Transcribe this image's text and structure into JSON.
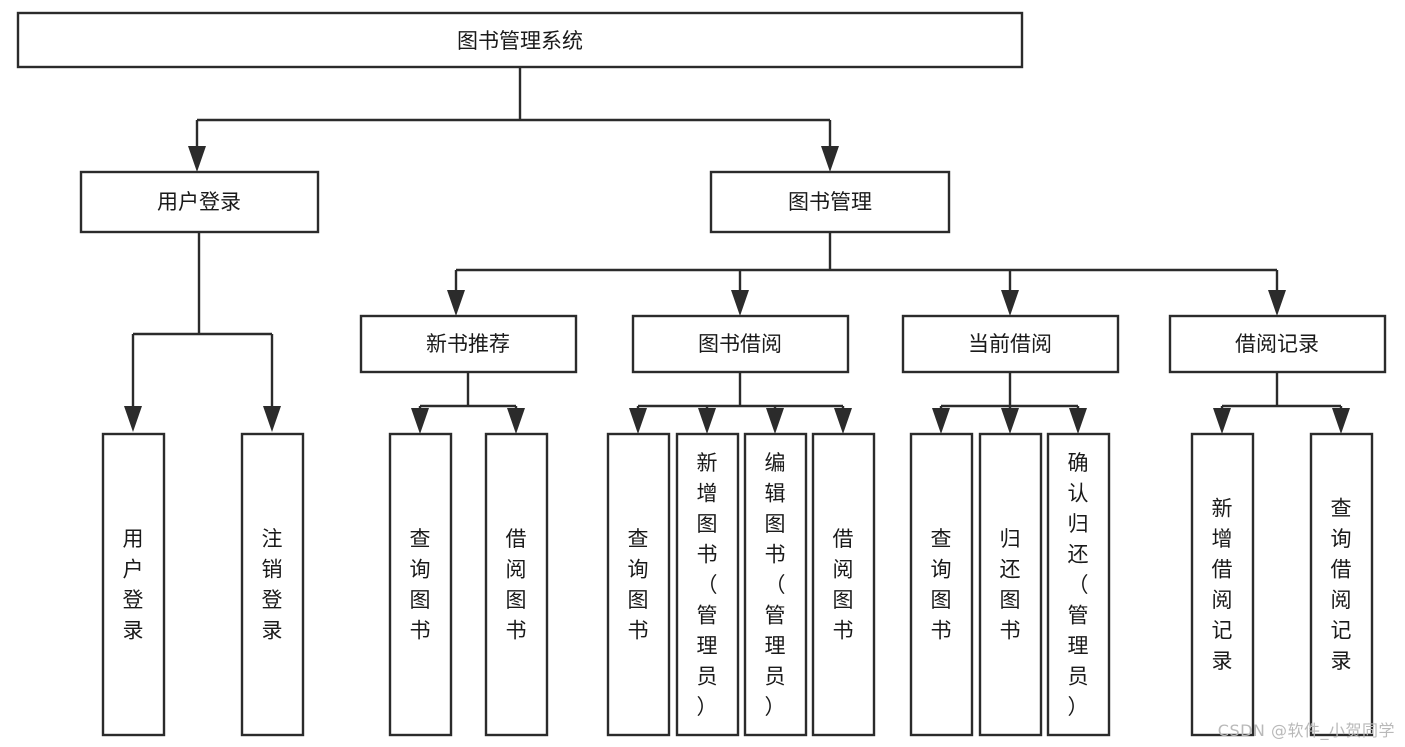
{
  "diagram": {
    "type": "tree",
    "orientation": "top-down",
    "title": "图书管理系统",
    "watermark": "CSDN @软件_小贺同学",
    "colors": {
      "background": "#ffffff",
      "stroke": "#2b2b2b",
      "node_fill": "#ffffff",
      "text": "#1a1a1a",
      "watermark_text": "#b9b9b9"
    },
    "nodes": {
      "root": {
        "id": "root",
        "label": "图书管理系统",
        "level": 0,
        "orientation": "horizontal"
      },
      "user_login": {
        "id": "user_login",
        "label": "用户登录",
        "level": 1,
        "orientation": "horizontal"
      },
      "book_manage": {
        "id": "book_manage",
        "label": "图书管理",
        "level": 1,
        "orientation": "horizontal"
      },
      "new_book_rec": {
        "id": "new_book_rec",
        "label": "新书推荐",
        "level": 2,
        "orientation": "horizontal"
      },
      "book_borrow": {
        "id": "book_borrow",
        "label": "图书借阅",
        "level": 2,
        "orientation": "horizontal"
      },
      "current_borrow": {
        "id": "current_borrow",
        "label": "当前借阅",
        "level": 2,
        "orientation": "horizontal"
      },
      "borrow_record": {
        "id": "borrow_record",
        "label": "借阅记录",
        "level": 2,
        "orientation": "horizontal"
      },
      "leaf_user_login": {
        "id": "leaf_user_login",
        "label": "用户登录",
        "level": 2,
        "orientation": "vertical"
      },
      "leaf_logout": {
        "id": "leaf_logout",
        "label": "注销登录",
        "level": 2,
        "orientation": "vertical"
      },
      "leaf_query_book_1": {
        "id": "leaf_query_book_1",
        "label": "查询图书",
        "level": 3,
        "orientation": "vertical"
      },
      "leaf_borrow_book_1": {
        "id": "leaf_borrow_book_1",
        "label": "借阅图书",
        "level": 3,
        "orientation": "vertical"
      },
      "leaf_query_book_2": {
        "id": "leaf_query_book_2",
        "label": "查询图书",
        "level": 3,
        "orientation": "vertical"
      },
      "leaf_add_book": {
        "id": "leaf_add_book",
        "label": "新增图书（管理员）",
        "level": 3,
        "orientation": "vertical"
      },
      "leaf_edit_book": {
        "id": "leaf_edit_book",
        "label": "编辑图书（管理员）",
        "level": 3,
        "orientation": "vertical"
      },
      "leaf_borrow_book_2": {
        "id": "leaf_borrow_book_2",
        "label": "借阅图书",
        "level": 3,
        "orientation": "vertical"
      },
      "leaf_query_book_3": {
        "id": "leaf_query_book_3",
        "label": "查询图书",
        "level": 3,
        "orientation": "vertical"
      },
      "leaf_return_book": {
        "id": "leaf_return_book",
        "label": "归还图书",
        "level": 3,
        "orientation": "vertical"
      },
      "leaf_confirm_return": {
        "id": "leaf_confirm_return",
        "label": "确认归还（管理员）",
        "level": 3,
        "orientation": "vertical"
      },
      "leaf_add_record": {
        "id": "leaf_add_record",
        "label": "新增借阅记录",
        "level": 3,
        "orientation": "vertical"
      },
      "leaf_query_record": {
        "id": "leaf_query_record",
        "label": "查询借阅记录",
        "level": 3,
        "orientation": "vertical"
      }
    },
    "edges": [
      {
        "from": "root",
        "to": "user_login"
      },
      {
        "from": "root",
        "to": "book_manage"
      },
      {
        "from": "user_login",
        "to": "leaf_user_login"
      },
      {
        "from": "user_login",
        "to": "leaf_logout"
      },
      {
        "from": "book_manage",
        "to": "new_book_rec"
      },
      {
        "from": "book_manage",
        "to": "book_borrow"
      },
      {
        "from": "book_manage",
        "to": "current_borrow"
      },
      {
        "from": "book_manage",
        "to": "borrow_record"
      },
      {
        "from": "new_book_rec",
        "to": "leaf_query_book_1"
      },
      {
        "from": "new_book_rec",
        "to": "leaf_borrow_book_1"
      },
      {
        "from": "book_borrow",
        "to": "leaf_query_book_2"
      },
      {
        "from": "book_borrow",
        "to": "leaf_add_book"
      },
      {
        "from": "book_borrow",
        "to": "leaf_edit_book"
      },
      {
        "from": "book_borrow",
        "to": "leaf_borrow_book_2"
      },
      {
        "from": "current_borrow",
        "to": "leaf_query_book_3"
      },
      {
        "from": "current_borrow",
        "to": "leaf_return_book"
      },
      {
        "from": "current_borrow",
        "to": "leaf_confirm_return"
      },
      {
        "from": "borrow_record",
        "to": "leaf_add_record"
      },
      {
        "from": "borrow_record",
        "to": "leaf_query_record"
      }
    ]
  }
}
